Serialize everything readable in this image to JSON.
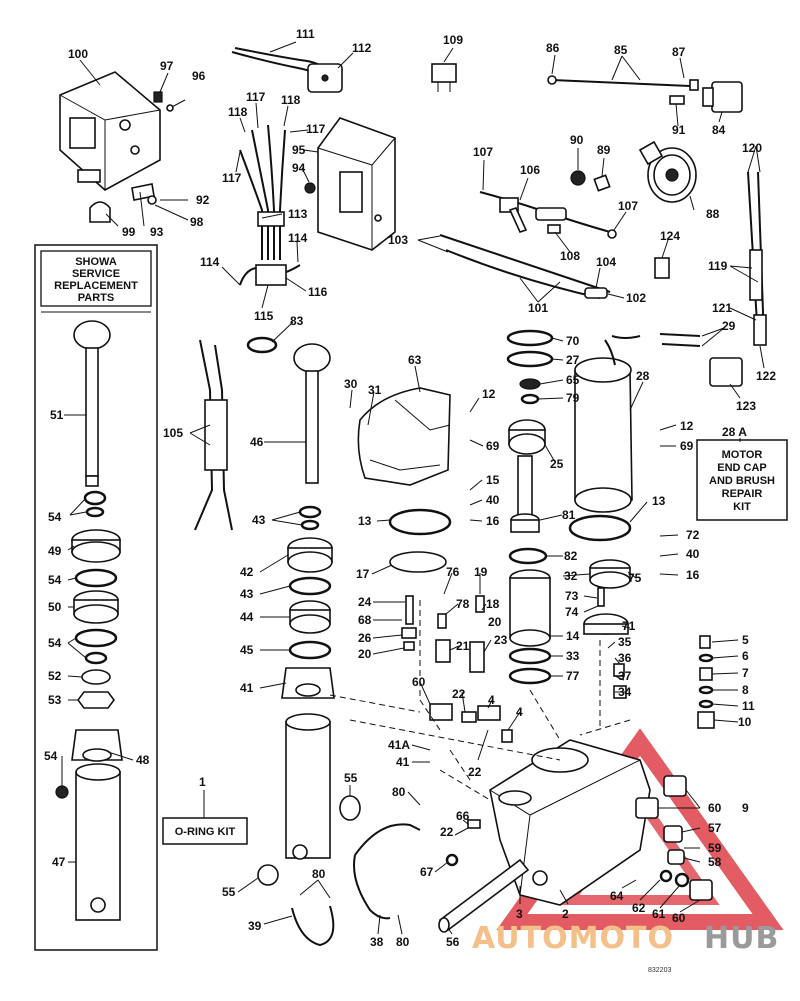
{
  "boxes": {
    "showa": {
      "title_lines": [
        "SHOWA",
        "SERVICE",
        "REPLACEMENT",
        "PARTS"
      ]
    },
    "motor_end_cap": {
      "title_lines": [
        "MOTOR",
        "END CAP",
        "AND BRUSH",
        "REPAIR",
        "KIT"
      ]
    },
    "oring_kit": {
      "title": "O-RING KIT"
    }
  },
  "watermark": {
    "text_a": "AUTOMOTO",
    "text_b": "HUB",
    "color_a": "#f3c08a",
    "color_b": "#9a9a9a",
    "triangle_color": "#d9262f"
  },
  "drawing_number": "832203",
  "callouts": {
    "c100": "100",
    "c97": "97",
    "c96": "96",
    "c111": "111",
    "c112": "112",
    "c109": "109",
    "c86": "86",
    "c85": "85",
    "c87": "87",
    "c84": "84",
    "c91": "91",
    "c117a": "117",
    "c118a": "118",
    "c118b": "118",
    "c117b": "117",
    "c117c": "117",
    "c95": "95",
    "c94": "94",
    "c92": "92",
    "c98": "98",
    "c93": "93",
    "c99": "99",
    "c113": "113",
    "c114a": "114",
    "c114b": "114",
    "c116": "116",
    "c115": "115",
    "c107a": "107",
    "c106": "106",
    "c90": "90",
    "c89": "89",
    "c88": "88",
    "c107b": "107",
    "c103": "103",
    "c108": "108",
    "c104": "104",
    "c101": "101",
    "c102": "102",
    "c124": "124",
    "c120": "120",
    "c119": "119",
    "c121": "121",
    "c29": "29",
    "c122": "122",
    "c123": "123",
    "c83": "83",
    "c105": "105",
    "c51": "51",
    "c46": "46",
    "c30": "30",
    "c31": "31",
    "c63": "63",
    "c70": "70",
    "c27": "27",
    "c65": "65",
    "c79": "79",
    "c28": "28",
    "c12a": "12",
    "c12b": "12",
    "c69a": "69",
    "c69b": "69",
    "c25": "25",
    "c28a": "28 A",
    "c15": "15",
    "c40a": "40",
    "c16a": "16",
    "c13a": "13",
    "c13b": "13",
    "c81": "81",
    "c72": "72",
    "c40b": "40",
    "c16b": "16",
    "c54a": "54",
    "c49": "49",
    "c54b": "54",
    "c50": "50",
    "c54c": "54",
    "c52": "52",
    "c53": "53",
    "c43a": "43",
    "c42": "42",
    "c43b": "43",
    "c44": "44",
    "c45": "45",
    "c41": "41",
    "c17": "17",
    "c76": "76",
    "c19": "19",
    "c82": "82",
    "c32": "32",
    "c75": "75",
    "c24": "24",
    "c78": "78",
    "c18": "18",
    "c73": "73",
    "c74": "74",
    "c68": "68",
    "c20a": "20",
    "c14": "14",
    "c71": "71",
    "c5": "5",
    "c26": "26",
    "c21": "21",
    "c23": "23",
    "c35": "35",
    "c6": "6",
    "c20b": "20",
    "c33": "33",
    "c36": "36",
    "c7": "7",
    "c77": "77",
    "c37": "37",
    "c8": "8",
    "c60a": "60",
    "c22a": "22",
    "c34": "34",
    "c11": "11",
    "c4a": "4",
    "c4b": "4",
    "c10": "10",
    "c9": "9",
    "c54d": "54",
    "c48": "48",
    "c41a": "41A",
    "c41b": "41",
    "c22b": "22",
    "c55a": "55",
    "c80a": "80",
    "c60b": "60",
    "c57": "57",
    "c1": "1",
    "c47": "47",
    "c66": "66",
    "c22c": "22",
    "c59": "59",
    "c58": "58",
    "c67": "67",
    "c55b": "55",
    "c80b": "80",
    "c64": "64",
    "c62": "62",
    "c61": "61",
    "c60c": "60",
    "c39": "39",
    "c38": "38",
    "c80c": "80",
    "c56": "56",
    "c3": "3",
    "c2": "2"
  }
}
